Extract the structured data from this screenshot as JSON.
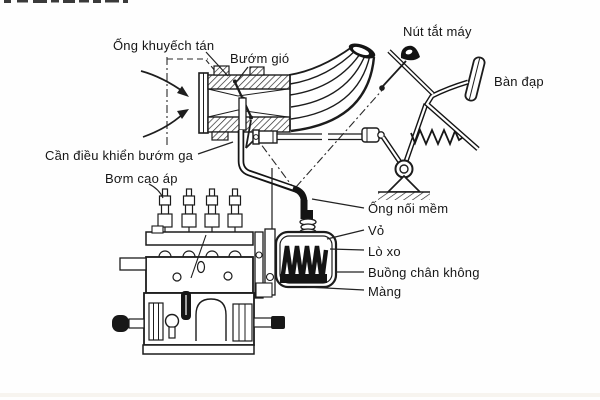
{
  "figure": {
    "type": "scanned-technical-diagram",
    "ink_color": "#1e1e1e",
    "background_color": "#fefefe",
    "labels": {
      "diffuser_tube": "Ống khuyếch tán",
      "choke_valve": "Bướm gió",
      "stop_knob": "Nút tắt máy",
      "pedal": "Bàn đạp",
      "throttle_control_lever": "Cần điều khiển bướm ga",
      "high_pressure_pump": "Bơm cao áp",
      "flexible_pipe": "Ống nối mềm",
      "casing": "Vỏ",
      "spring": "Lò xo",
      "vacuum_chamber": "Buồng chân không",
      "membrane": "Màng"
    }
  }
}
